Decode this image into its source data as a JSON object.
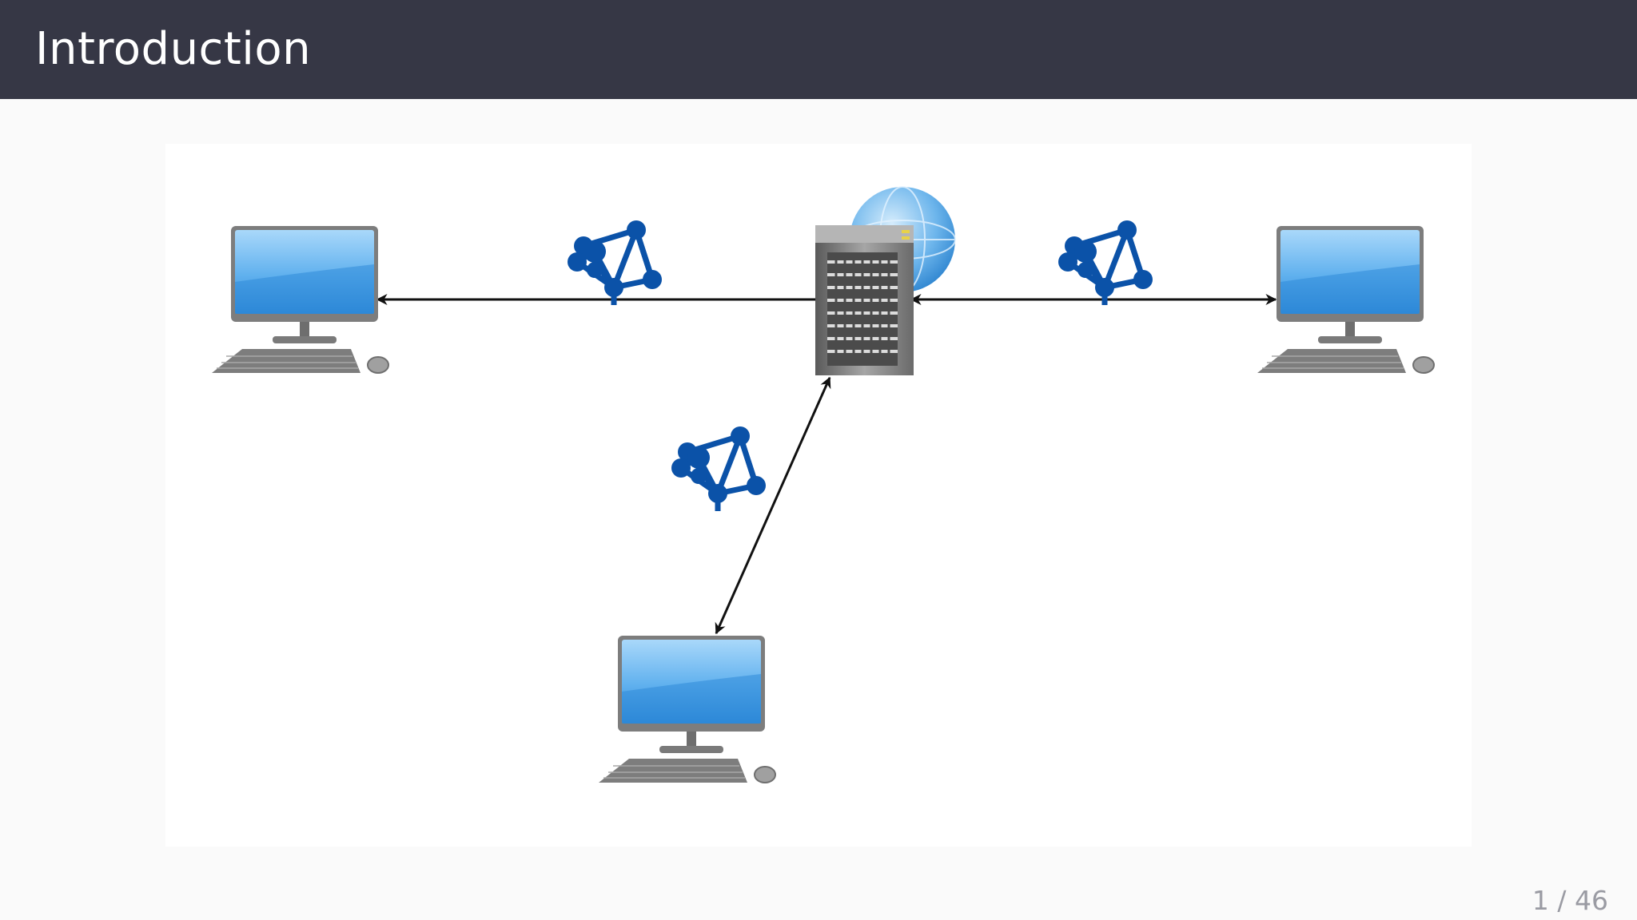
{
  "slide": {
    "title": "Introduction",
    "page_current": "1",
    "page_separator": "/",
    "page_total": "46"
  },
  "colors": {
    "title_bar": "#363745",
    "title_text": "#ffffff",
    "page_number": "#9a9ba3",
    "network_icon": "#0b52a8",
    "arrow": "#111111",
    "monitor_screen": "#4aa0e6",
    "server_body": "#8d8d8d",
    "globe": "#5aa6e6"
  },
  "diagram": {
    "nodes": [
      {
        "id": "server",
        "icon": "web-server-with-globe-icon"
      },
      {
        "id": "client-left",
        "icon": "desktop-computer-icon"
      },
      {
        "id": "client-right",
        "icon": "desktop-computer-icon"
      },
      {
        "id": "client-bottom",
        "icon": "desktop-computer-icon"
      }
    ],
    "edges": [
      {
        "from": "server",
        "to": "client-left",
        "direction": "to-client",
        "icon": "network-graph-icon"
      },
      {
        "from": "server",
        "to": "client-right",
        "direction": "both",
        "icon": "network-graph-icon"
      },
      {
        "from": "server",
        "to": "client-bottom",
        "direction": "both",
        "icon": "network-graph-icon"
      }
    ]
  }
}
